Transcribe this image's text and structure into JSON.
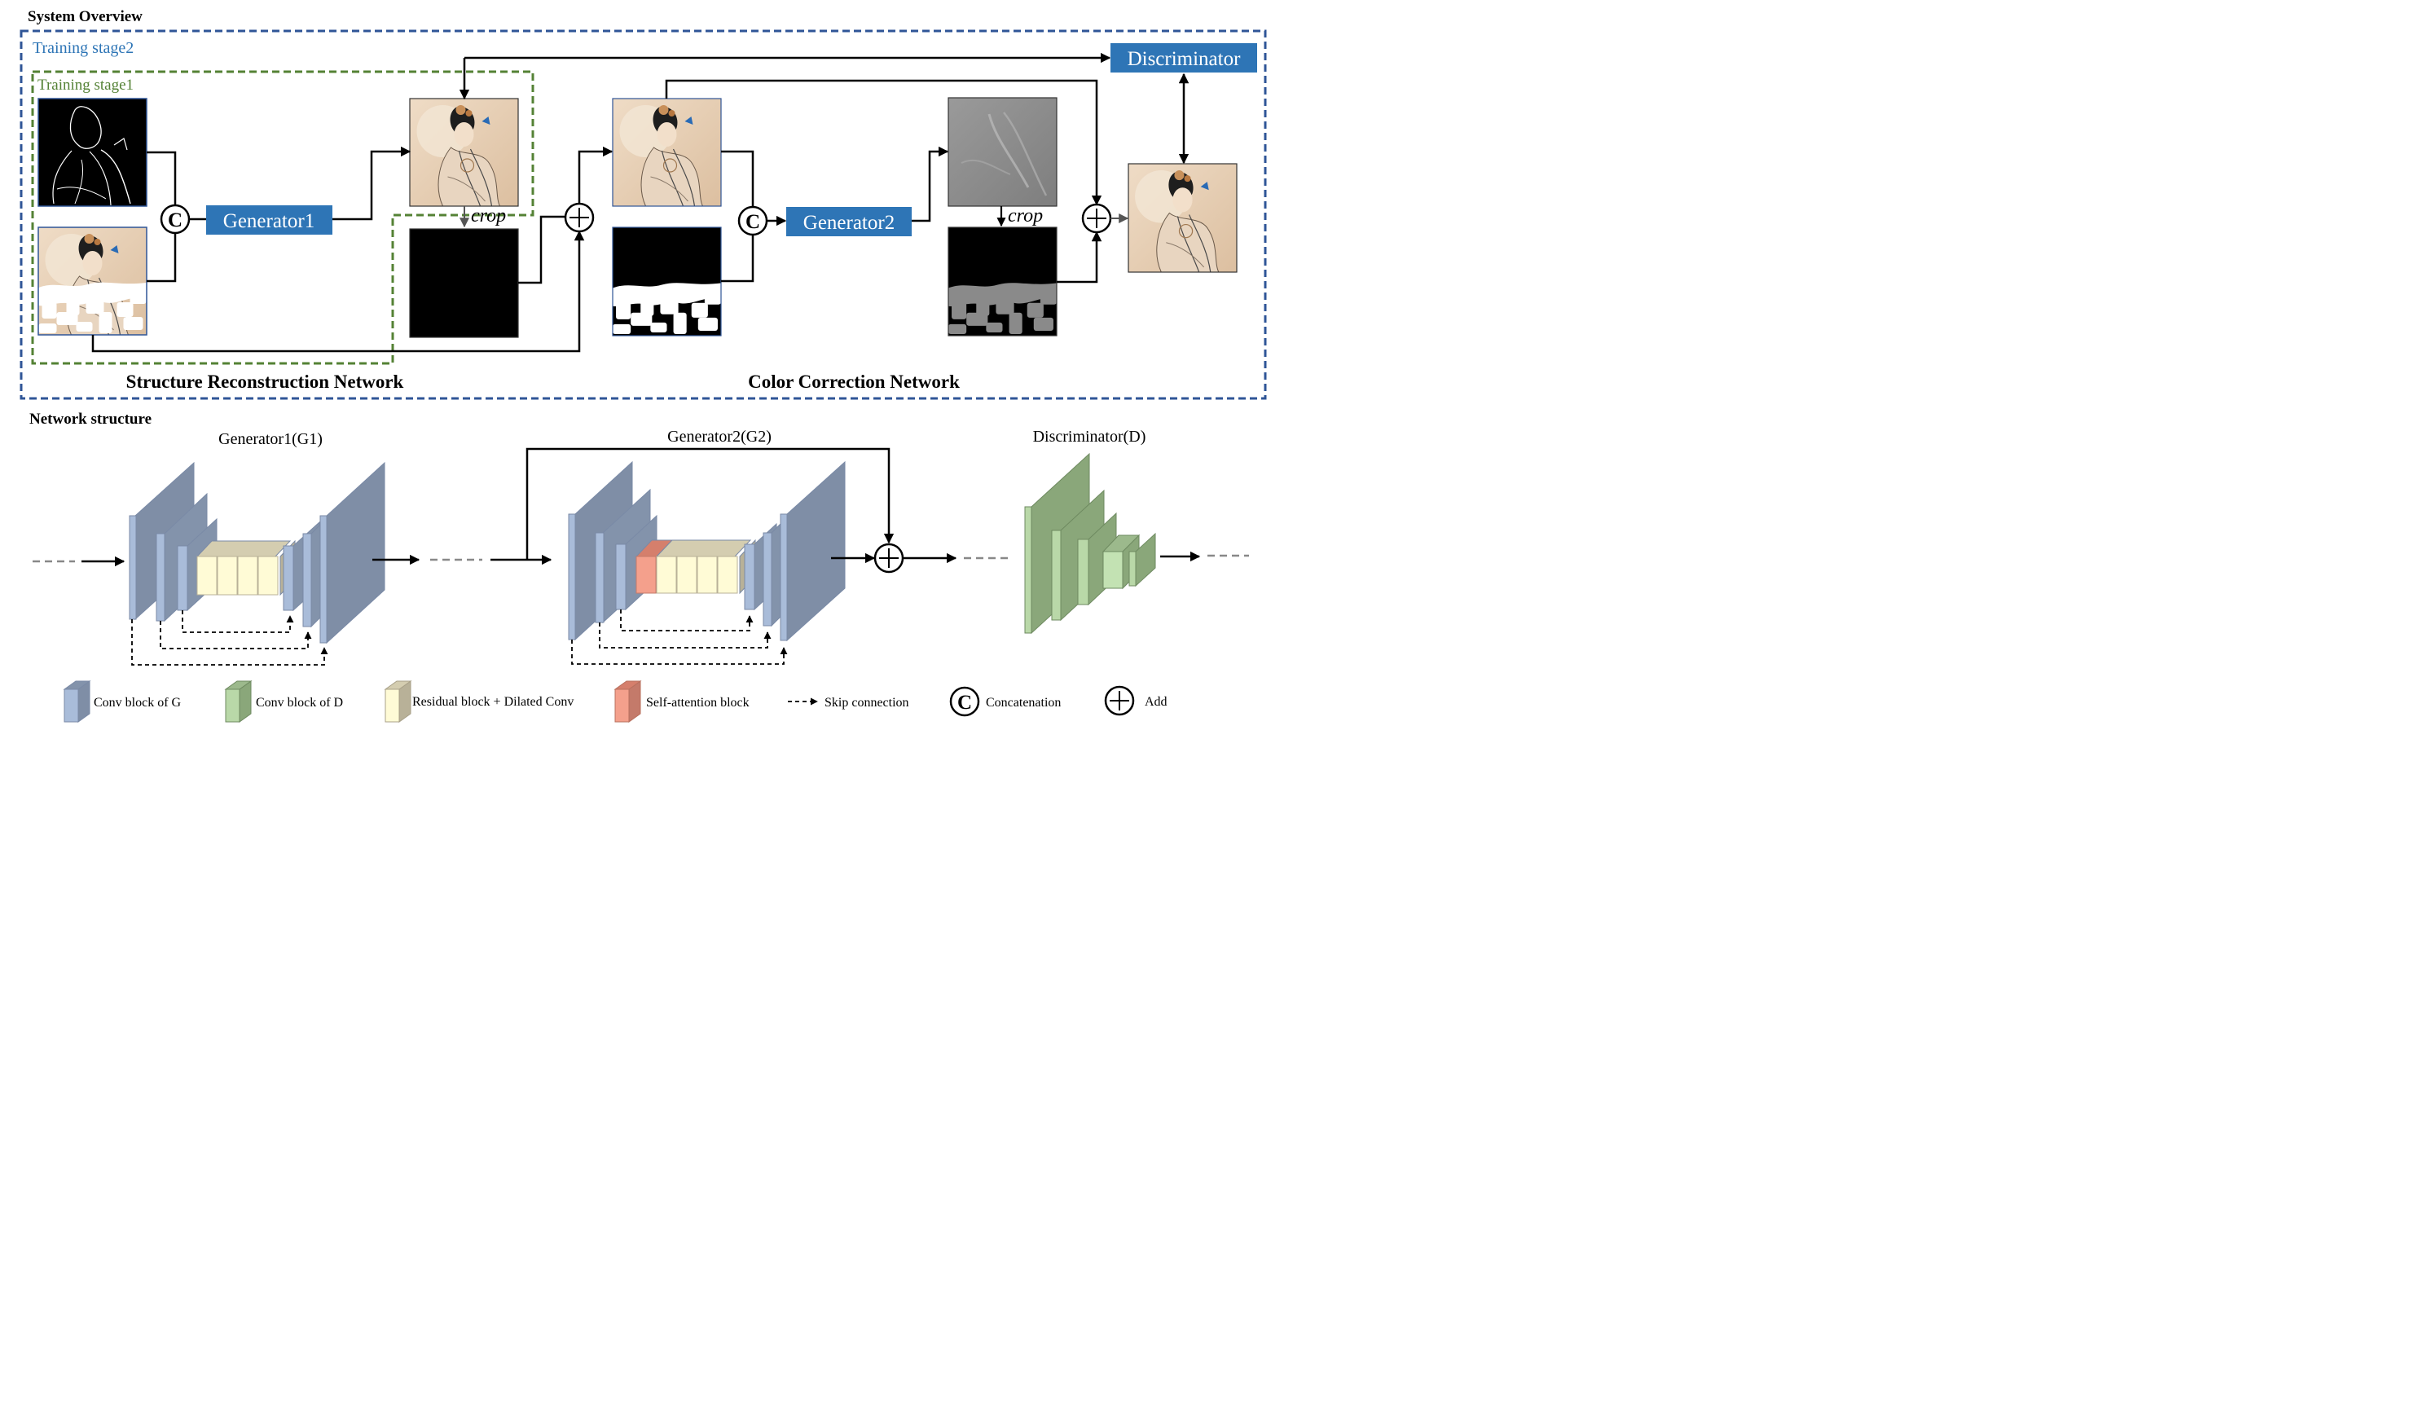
{
  "system": {
    "title": "System Overview",
    "stage2_label": "Training stage2",
    "stage1_label": "Training stage1",
    "generator1_label": "Generator1",
    "generator2_label": "Generator2",
    "discriminator_label": "Discriminator",
    "crop_label_1": "crop",
    "crop_label_2": "crop",
    "concat_symbol": "C",
    "structure_network_label": "Structure Reconstruction Network",
    "color_network_label": "Color Correction Network"
  },
  "network": {
    "title": "Network structure",
    "g1_title": "Generator1(G1)",
    "g2_title": "Generator2(G2)",
    "d_title": "Discriminator(D)"
  },
  "legend": {
    "conv_g": "Conv block of G",
    "conv_d": "Conv block of D",
    "residual": "Residual block + Dilated Conv",
    "attention": "Self-attention block",
    "skip": "Skip connection",
    "concat": "Concatenation",
    "add": "Add"
  },
  "colors": {
    "blue_dashed": "#2f5597",
    "green_dashed": "#548235",
    "box_blue": "#2e75b6",
    "conv_g": "#a9bcd9",
    "conv_d": "#b9d8a8",
    "residual": "#fffbd6",
    "attention": "#f4a08c"
  }
}
